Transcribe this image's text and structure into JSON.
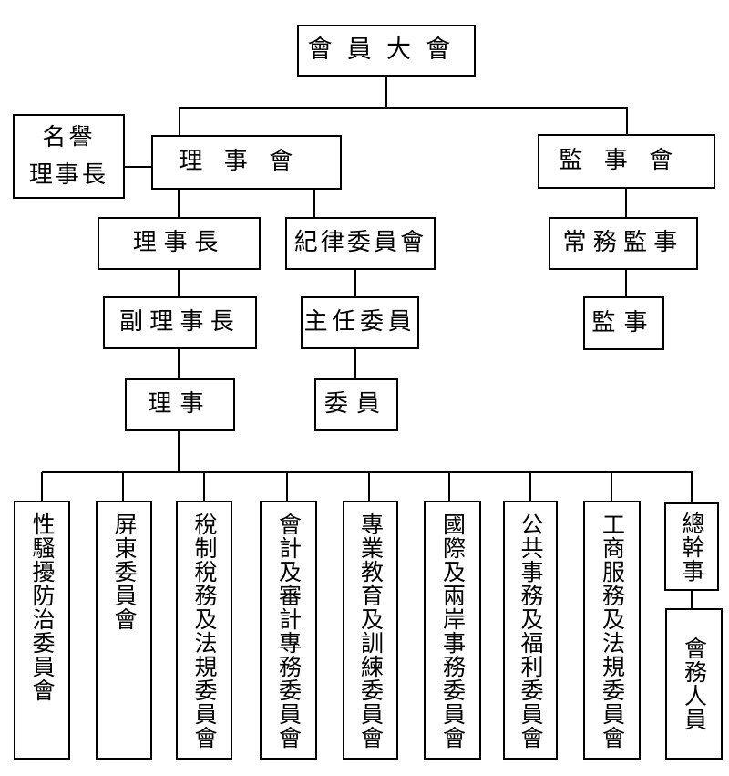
{
  "org_chart": {
    "title": "",
    "colors": {
      "line": "#000000",
      "background": "#ffffff",
      "text": "#000000"
    },
    "nodes": {
      "member_assembly": "會員大會",
      "honorary_chairman_line1": "名譽",
      "honorary_chairman_line2": "理事長",
      "board_of_directors": "理事會",
      "board_of_supervisors": "監事會",
      "chairman": "理事長",
      "discipline_committee": "紀律委員會",
      "standing_supervisor": "常務監事",
      "vice_chairman": "副理事長",
      "chief_commissioner": "主任委員",
      "supervisor": "監事",
      "director": "理事",
      "commissioner": "委員",
      "secretary_general": "總幹事",
      "staff": "會務人員",
      "committees": [
        "性騷擾防治委員會",
        "屏東委員會",
        "稅制稅務及法規委員會",
        "會計及審計專務委員會",
        "專業教育及訓練委員會",
        "國際及兩岸事務委員會",
        "公共事務及福利委員會",
        "工商服務及法規委員會"
      ]
    },
    "hierarchy": {
      "root": "會員大會",
      "children_of_root": [
        "理事會",
        "監事會"
      ],
      "linked_to_board": "名譽理事長",
      "director_chain": [
        "理事會",
        "理事長",
        "副理事長",
        "理事"
      ],
      "discipline_chain": [
        "理事會",
        "紀律委員會",
        "主任委員",
        "委員"
      ],
      "supervisor_chain": [
        "監事會",
        "常務監事",
        "監事"
      ],
      "director_children_count": 9,
      "secretary_chain": [
        "總幹事",
        "會務人員"
      ]
    }
  }
}
